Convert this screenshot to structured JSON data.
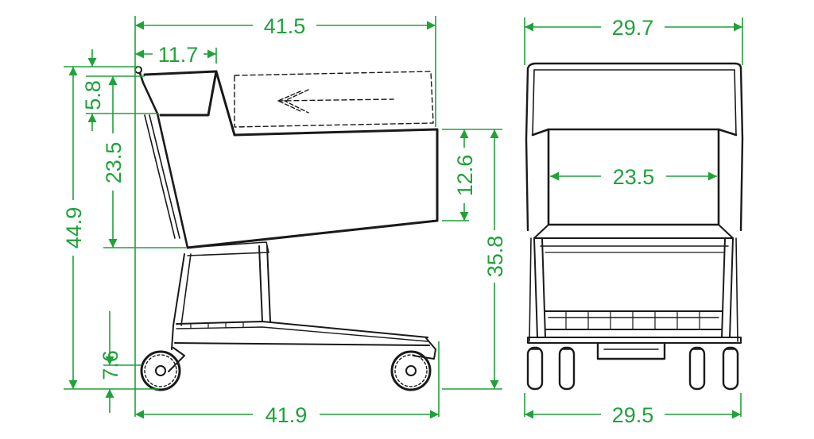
{
  "colors": {
    "dimension": "#1fa23a",
    "drawing": "#1a1a1a",
    "background": "#ffffff"
  },
  "side_view": {
    "overall_length_top": "41.5",
    "basket_front_offset": "11.7",
    "child_seat_height": "5.8",
    "basket_depth": "23.5",
    "overall_height": "44.9",
    "wheel_clearance": "7.6",
    "overall_length_bottom": "41.9",
    "basket_front_height": "12.6",
    "handle_height": "35.8"
  },
  "front_view": {
    "overall_width_top": "29.7",
    "basket_inner_width": "23.5",
    "overall_width_bottom": "29.5"
  }
}
